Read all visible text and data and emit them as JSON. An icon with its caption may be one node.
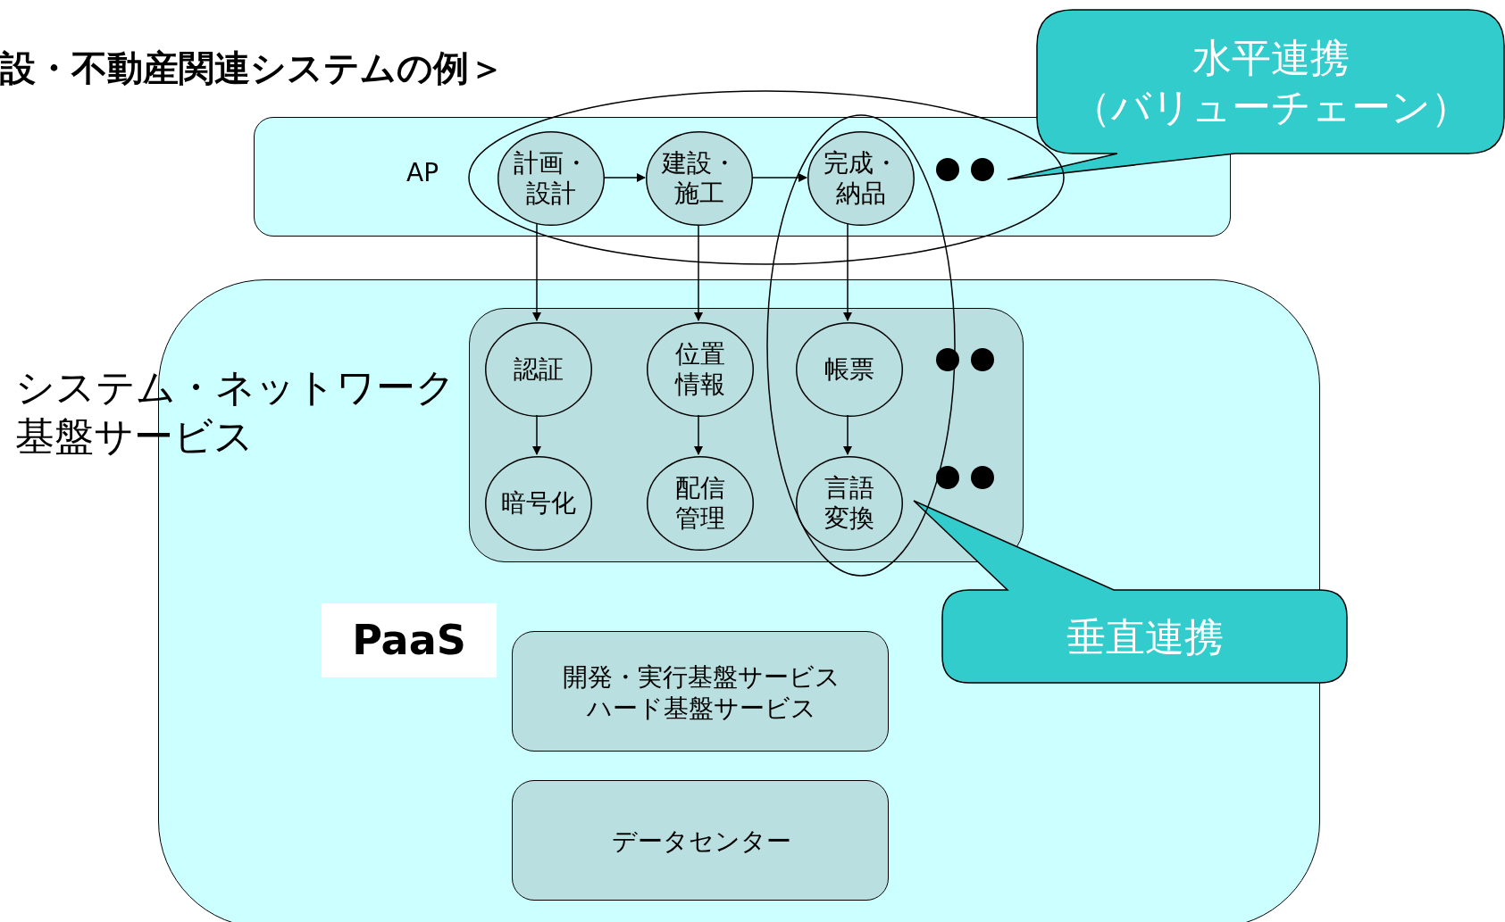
{
  "diagram": {
    "title": "設・不動産関連システムの例＞",
    "nodes": [
      {
        "text": [
          "AP"
        ]
      },
      {
        "text": [
          "計画・設計"
        ],
        "in": 0
      },
      {
        "text": [
          "建設・施工"
        ],
        "in": 0
      },
      {
        "text": [
          "完成・納品"
        ],
        "in": 0
      },
      {
        "text": [
          "水平連携",
          "（バリューチェーン）"
        ]
      },
      {
        "text": [
          "システム・ネットワーク基盤サービス"
        ]
      },
      {
        "text": [],
        "shape": "box",
        "in": 5
      },
      {
        "text": [
          "認証"
        ],
        "in": 6
      },
      {
        "text": [
          "位置情報"
        ],
        "in": 6
      },
      {
        "text": [
          "帳票"
        ],
        "in": 6
      },
      {
        "text": [
          "暗号化"
        ],
        "in": 6
      },
      {
        "text": [
          "配信管理"
        ],
        "in": 6
      },
      {
        "text": [
          "言語変換"
        ],
        "in": 6
      },
      {
        "text": [
          "垂直連携"
        ]
      },
      {
        "text": [
          "PaaS"
        ],
        "in": 5
      },
      {
        "text": [
          "開発・実行基盤サービス",
          "ハード基盤サービス"
        ],
        "in": 5
      },
      {
        "text": [
          "データセンター"
        ],
        "in": 5
      }
    ],
    "edges": [
      {
        "from": 1,
        "to": 2,
        "arrow": "to"
      },
      {
        "from": 2,
        "to": 3,
        "arrow": "to"
      },
      {
        "from": 1,
        "to": 7,
        "arrow": "to"
      },
      {
        "from": 2,
        "to": 8,
        "arrow": "to"
      },
      {
        "from": 3,
        "to": 9,
        "arrow": "to"
      },
      {
        "from": 7,
        "to": 10,
        "arrow": "to"
      },
      {
        "from": 8,
        "to": 11,
        "arrow": "to"
      },
      {
        "from": 9,
        "to": 12,
        "arrow": "to"
      }
    ]
  }
}
